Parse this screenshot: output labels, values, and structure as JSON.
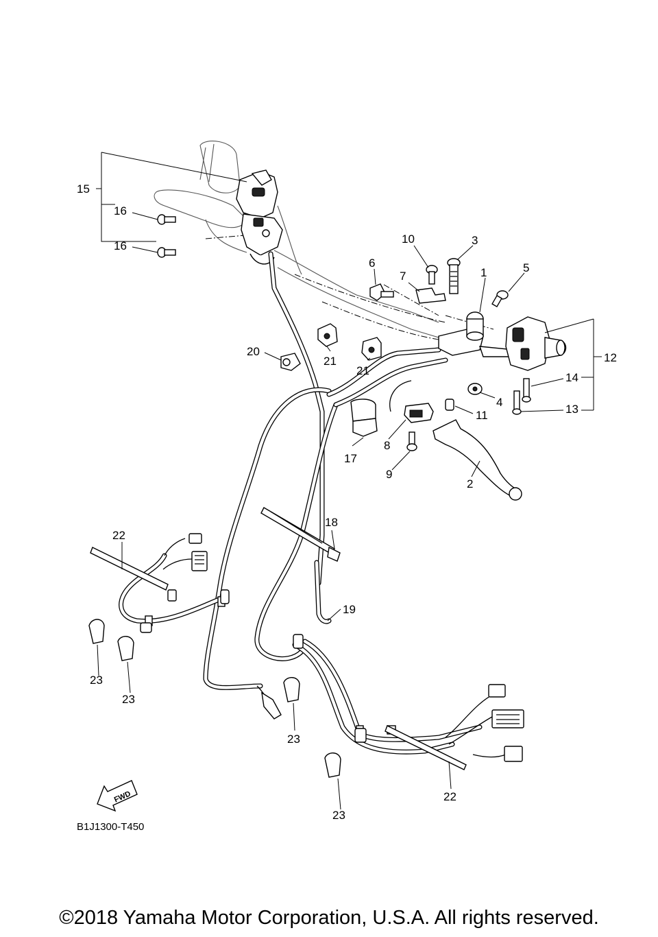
{
  "diagram_code": "B1J1300-T450",
  "fwd_label": "FWD",
  "copyright": "©2018 Yamaha Motor Corporation, U.S.A. All rights reserved.",
  "callouts": {
    "c1": "1",
    "c2": "2",
    "c3": "3",
    "c4": "4",
    "c5": "5",
    "c6": "6",
    "c7": "7",
    "c8": "8",
    "c9": "9",
    "c10": "10",
    "c11": "11",
    "c12": "12",
    "c13": "13",
    "c14": "14",
    "c15": "15",
    "c16a": "16",
    "c16b": "16",
    "c17": "17",
    "c18": "18",
    "c19": "19",
    "c20": "20",
    "c21a": "21",
    "c21b": "21",
    "c22a": "22",
    "c22b": "22",
    "c23a": "23",
    "c23b": "23",
    "c23c": "23",
    "c23d": "23"
  }
}
